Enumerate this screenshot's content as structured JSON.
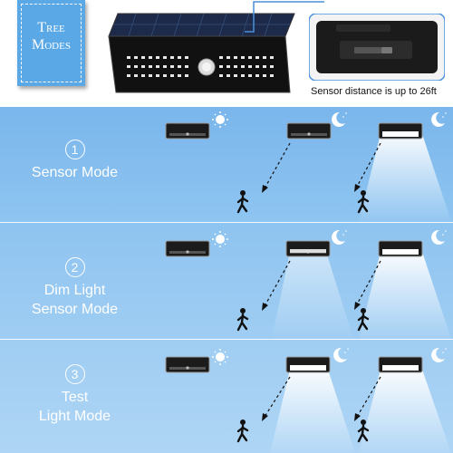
{
  "badge": {
    "line1": "Tree",
    "line2": "Modes"
  },
  "caption": "Sensor distance is up to 26ft",
  "modes": [
    {
      "number": "1",
      "label_line1": "Sensor Mode",
      "label_line2": ""
    },
    {
      "number": "2",
      "label_line1": "Dim Light",
      "label_line2": "Sensor Mode"
    },
    {
      "number": "3",
      "label_line1": "Test",
      "label_line2": "Light Mode"
    }
  ],
  "colors": {
    "badge": "#5aa8e6",
    "panel_background": "#8cc3f0",
    "beam": "#ffffff"
  },
  "icons": [
    "sun-icon",
    "moon-icon",
    "person-icon",
    "arrow-icon"
  ]
}
